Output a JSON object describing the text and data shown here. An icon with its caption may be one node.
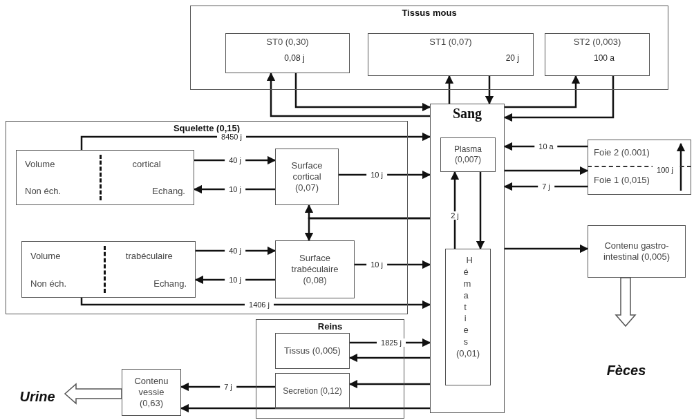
{
  "diagram": {
    "nodes": [
      {
        "text": [
          "Tissus mous"
        ]
      },
      {
        "text": [
          "ST0 (0,30)",
          "0,08 j"
        ],
        "in": 0
      },
      {
        "text": [
          "ST1 (0,07)",
          "20 j"
        ],
        "in": 0
      },
      {
        "text": [
          "ST2 (0,003)",
          "100 a"
        ],
        "in": 0
      },
      {
        "text": [
          "Squelette (0,15)"
        ]
      },
      {
        "text": [
          "Volume",
          "cortical",
          "Non éch.",
          "Echang."
        ],
        "in": 4
      },
      {
        "text": [
          "Surface cortical (0,07)"
        ],
        "in": 4
      },
      {
        "text": [
          "Volume",
          "trabéculaire",
          "Non éch.",
          "Echang."
        ],
        "in": 4
      },
      {
        "text": [
          "Surface trabéculaire (0,08)"
        ],
        "in": 4
      },
      {
        "text": [
          "Sang"
        ]
      },
      {
        "text": [
          "Plasma (0,007)"
        ],
        "in": 9
      },
      {
        "text": [
          "Hématies",
          "(0,01)"
        ],
        "in": 9
      },
      {
        "text": [
          "Foie 2 (0.001)"
        ]
      },
      {
        "text": [
          "Foie 1 (0,015)"
        ]
      },
      {
        "text": [
          "Contenu gastro-intestinal (0,005)"
        ]
      },
      {
        "text": [
          "Fèces"
        ]
      },
      {
        "text": [
          "Reins"
        ]
      },
      {
        "text": [
          "Tissus (0,005)"
        ],
        "in": 16
      },
      {
        "text": [
          "Secretion (0,12)"
        ],
        "in": 16
      },
      {
        "text": [
          "Contenu vessie (0,63)"
        ]
      },
      {
        "text": [
          "Urine"
        ]
      }
    ],
    "edges": [
      {
        "from": 9,
        "to": 1,
        "arrow": "to"
      },
      {
        "from": 1,
        "to": 9,
        "arrow": "to"
      },
      {
        "from": 9,
        "to": 2,
        "arrow": "to"
      },
      {
        "from": 2,
        "to": 9,
        "arrow": "to"
      },
      {
        "from": 9,
        "to": 3,
        "arrow": "to"
      },
      {
        "from": 3,
        "to": 9,
        "arrow": "to"
      },
      {
        "from": 5,
        "to": 9,
        "arrow": "to",
        "label": "8450 j"
      },
      {
        "from": 5,
        "to": 6,
        "arrow": "to",
        "label": "40 j"
      },
      {
        "from": 6,
        "to": 5,
        "arrow": "to",
        "label": "10 j"
      },
      {
        "from": 6,
        "to": 9,
        "arrow": "to",
        "label": "10 j"
      },
      {
        "from": 9,
        "to": 6,
        "arrow": "to"
      },
      {
        "from": 9,
        "to": 8,
        "arrow": "to"
      },
      {
        "from": 7,
        "to": 8,
        "arrow": "to",
        "label": "40 j"
      },
      {
        "from": 8,
        "to": 7,
        "arrow": "to",
        "label": "10 j"
      },
      {
        "from": 8,
        "to": 9,
        "arrow": "to",
        "label": "10 j"
      },
      {
        "from": 7,
        "to": 9,
        "arrow": "to",
        "label": "1406 j"
      },
      {
        "from": 12,
        "to": 9,
        "arrow": "to",
        "label": "10 a"
      },
      {
        "from": 9,
        "to": 13,
        "arrow": "to"
      },
      {
        "from": 13,
        "to": 9,
        "arrow": "to",
        "label": "7 j"
      },
      {
        "from": 13,
        "to": 12,
        "arrow": "to",
        "label": "100 j"
      },
      {
        "from": 11,
        "to": 10,
        "arrow": "to",
        "label": "2 j"
      },
      {
        "from": 10,
        "to": 11,
        "arrow": "to"
      },
      {
        "from": 9,
        "to": 14,
        "arrow": "to"
      },
      {
        "from": 14,
        "to": 15,
        "arrow": "to",
        "style": "thick"
      },
      {
        "from": 17,
        "to": 9,
        "arrow": "to",
        "label": "1825 j"
      },
      {
        "from": 9,
        "to": 17,
        "arrow": "to"
      },
      {
        "from": 9,
        "to": 18,
        "arrow": "to"
      },
      {
        "from": 18,
        "to": 19,
        "arrow": "to",
        "label": "7 j"
      },
      {
        "from": 9,
        "to": 19,
        "arrow": "to"
      },
      {
        "from": 19,
        "to": 20,
        "arrow": "to",
        "style": "thick"
      }
    ]
  }
}
